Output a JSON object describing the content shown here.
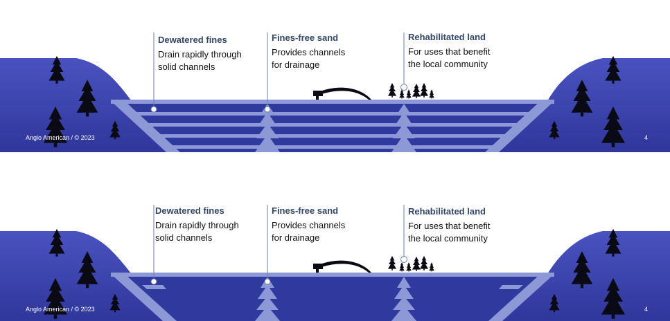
{
  "panels": [
    {
      "callouts": [
        {
          "title": "Dewatered fines",
          "lines": [
            "Drain rapidly through",
            "solid channels"
          ]
        },
        {
          "title": "Fines-free sand",
          "lines": [
            "Provides channels",
            "for drainage"
          ]
        },
        {
          "title": "Rehabilitated land",
          "lines": [
            "For uses that benefit",
            "the local community"
          ]
        }
      ],
      "footer": "Anglo American  /  © 2023",
      "page_number": "4"
    },
    {
      "callouts": [
        {
          "title": "Dewatered fines",
          "lines": [
            "Drain rapidly through",
            "solid channels"
          ]
        },
        {
          "title": "Fines-free sand",
          "lines": [
            "Provides channels",
            "for drainage"
          ]
        },
        {
          "title": "Rehabilitated land",
          "lines": [
            "For uses that benefit",
            "the local community"
          ]
        }
      ],
      "footer": "Anglo American  /  © 2023",
      "page_number": "4"
    }
  ],
  "colors": {
    "hill": "#3d45b0",
    "deep_blue": "#2e3a9e",
    "channel": "#8d98d6",
    "tree": "#0a0a14",
    "leader": "#6a7ab0",
    "title": "#33466a"
  }
}
